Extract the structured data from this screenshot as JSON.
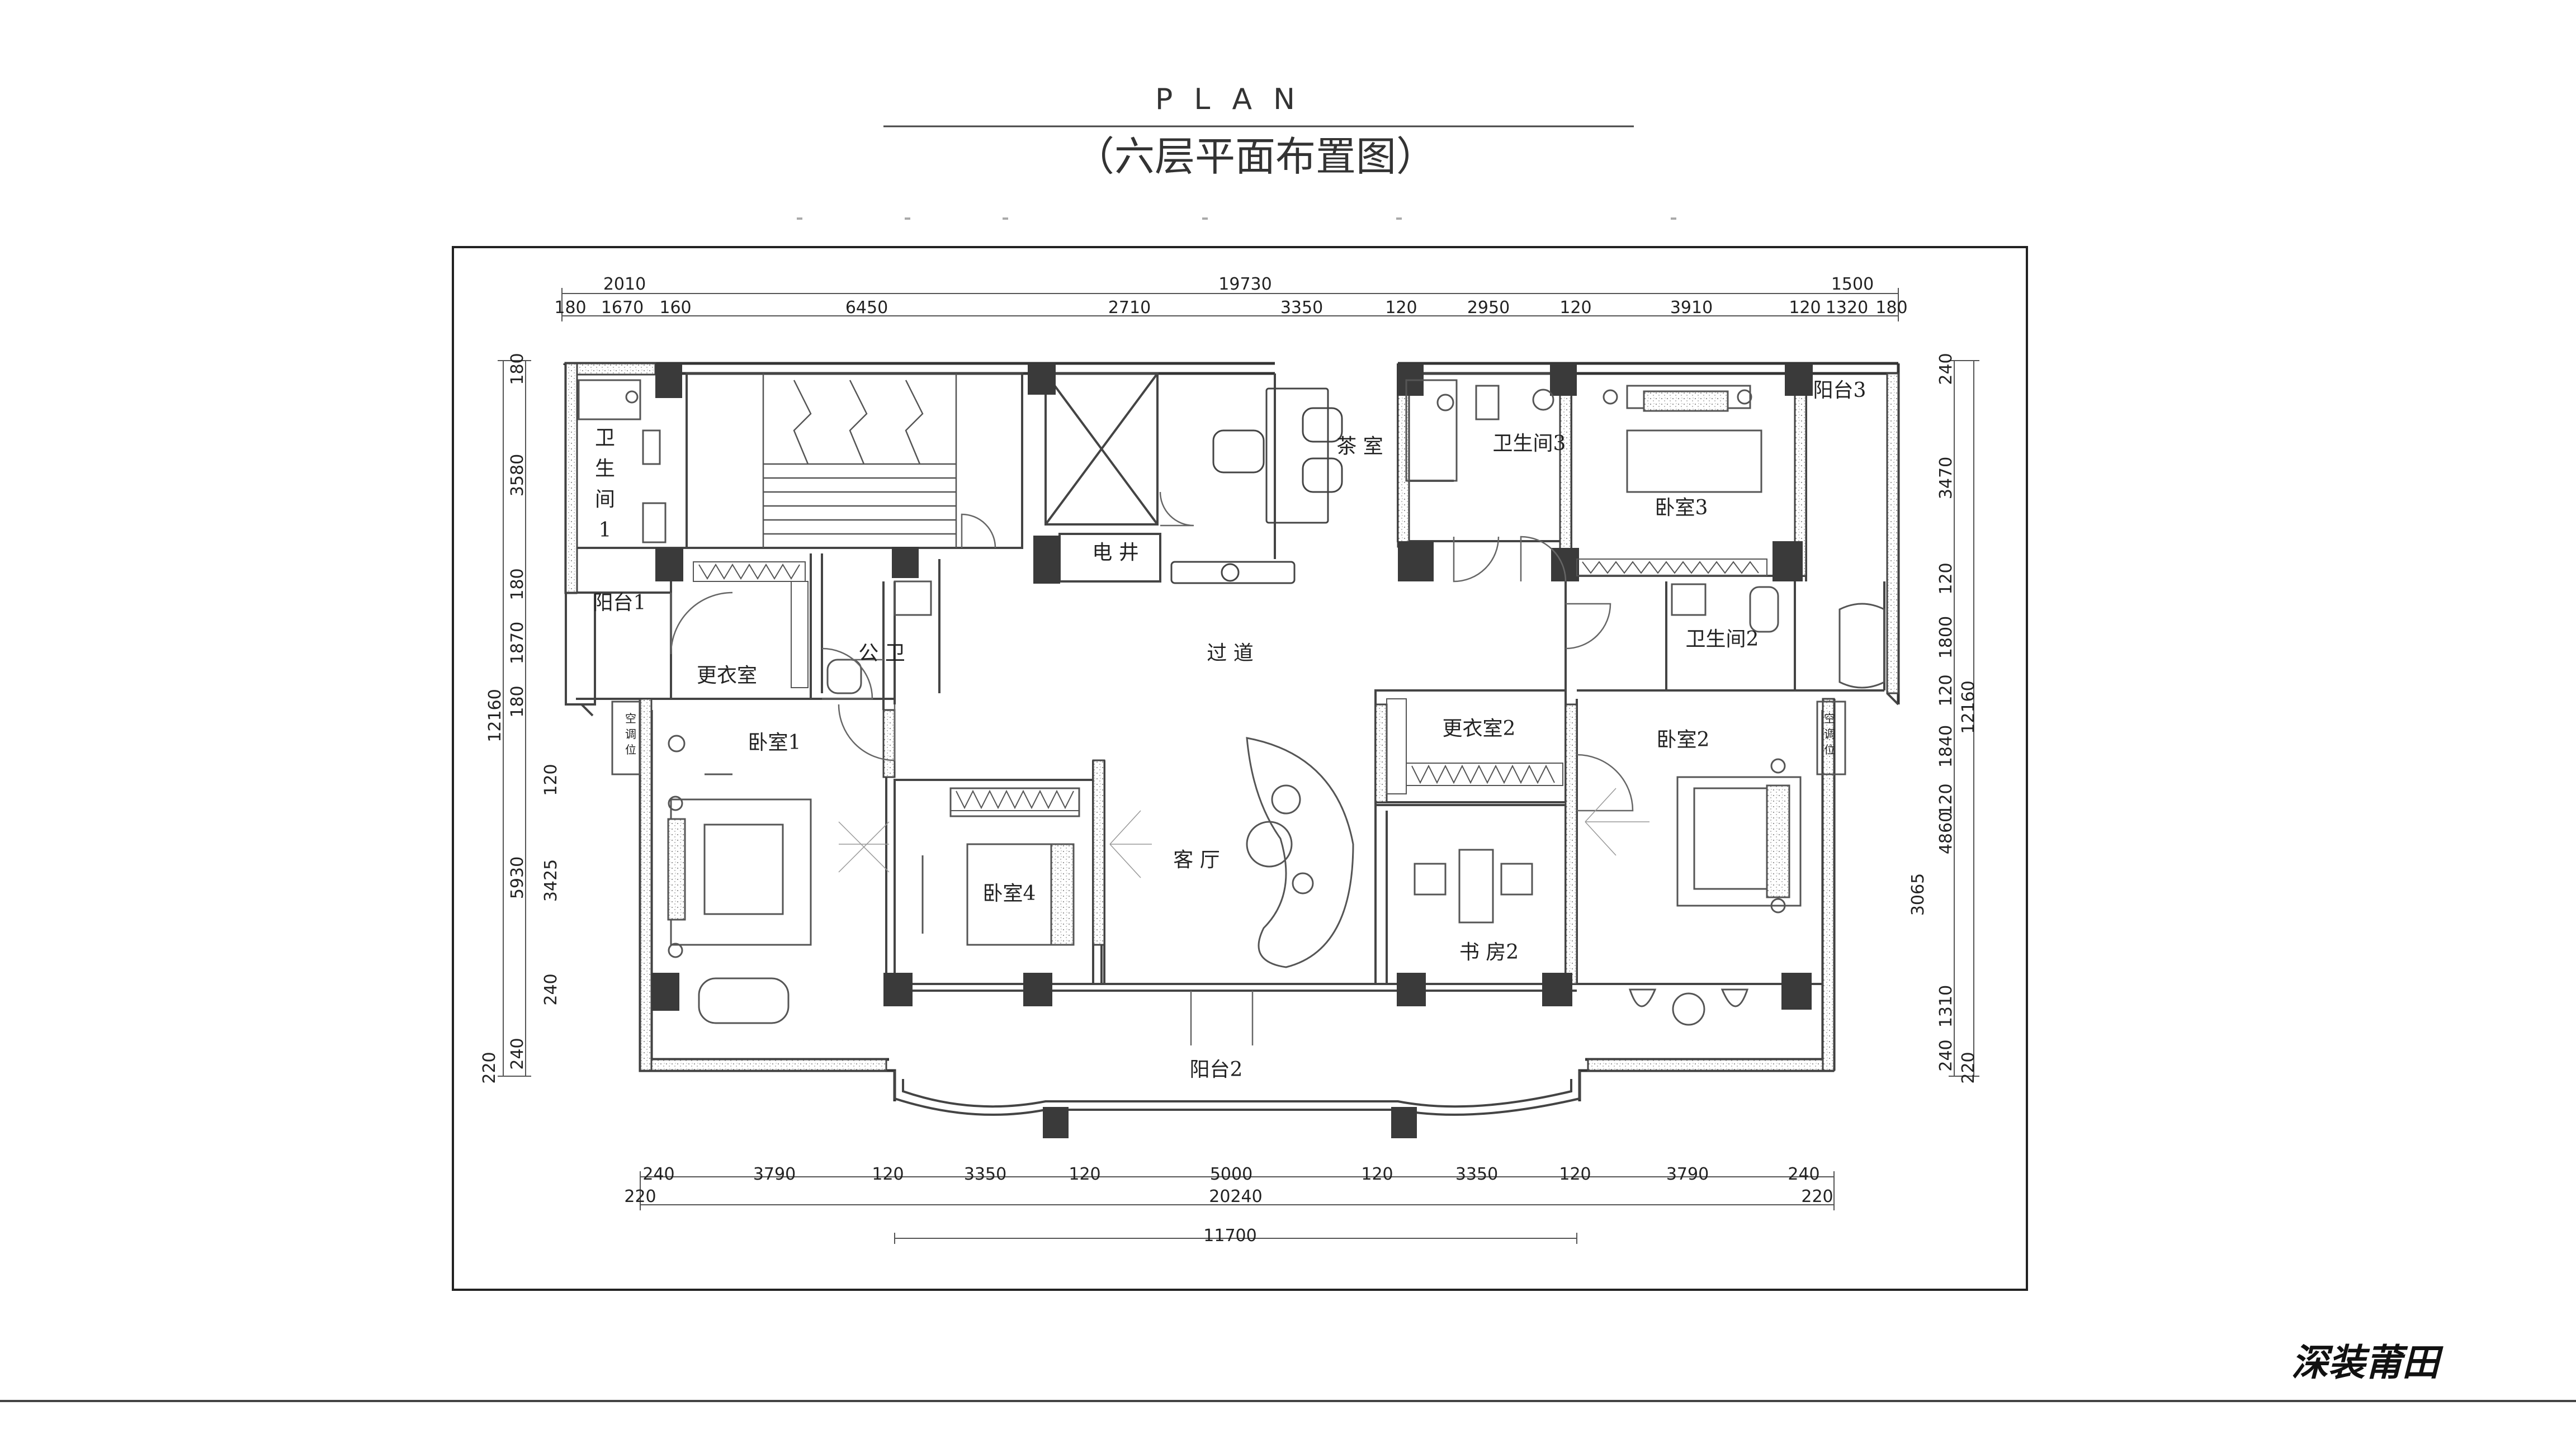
{
  "header": {
    "title": "PLAN",
    "subtitle": "（六层平面布置图）"
  },
  "brand": {
    "logo_text": "深装莆田"
  },
  "rooms": {
    "bath1_a": "卫",
    "bath1_b": "生",
    "bath1_c": "间",
    "bath1_d": "1",
    "balcony1": "阳台1",
    "dressing1": "更衣室",
    "public_bath": "公 卫",
    "bedroom1": "卧室1",
    "ac1_a": "空",
    "ac1_b": "调",
    "ac1_c": "位",
    "bedroom4": "卧室4",
    "elec_shaft": "电 井",
    "tea_room": "茶 室",
    "corridor": "过 道",
    "living": "客 厅",
    "balcony2": "阳台2",
    "bath3": "卫生间3",
    "bedroom3": "卧室3",
    "balcony3": "阳台3",
    "bath2": "卫生间2",
    "dressing2": "更衣室2",
    "study2": "书 房2",
    "bedroom2": "卧室2",
    "ac2_a": "空",
    "ac2_b": "调",
    "ac2_c": "位"
  },
  "dims_top": {
    "d2010": "2010",
    "d19730": "19730",
    "d1500": "1500",
    "d180a": "180",
    "d1670": "1670",
    "d160": "160",
    "d6450": "6450",
    "d2710": "2710",
    "d3350": "3350",
    "d120a": "120",
    "d2950": "2950",
    "d120b": "120",
    "d3910": "3910",
    "d120c": "120",
    "d1320": "1320",
    "d180b": "180"
  },
  "dims_bottom": {
    "d240a": "240",
    "d3790a": "3790",
    "d120a": "120",
    "d3350a": "3350",
    "d120b": "120",
    "d5000": "5000",
    "d120c": "120",
    "d3350b": "3350",
    "d120d": "120",
    "d3790b": "3790",
    "d240b": "240",
    "d220a": "220",
    "d20240": "20240",
    "d220b": "220",
    "d11700": "11700"
  },
  "dims_left": {
    "d180a": "180",
    "d3580": "3580",
    "d180b": "180",
    "d1870": "1870",
    "d180c": "180",
    "d12160": "12160",
    "d120": "120",
    "d5930": "5930",
    "d3425": "3425",
    "d240a": "240",
    "d220": "220",
    "d240b": "240"
  },
  "dims_right": {
    "d240a": "240",
    "d3470": "3470",
    "d120a": "120",
    "d1800": "1800",
    "d120b": "120",
    "d12160": "12160",
    "d1840": "1840",
    "d120c": "120",
    "d4860": "4860",
    "d3065": "3065",
    "d1310": "1310",
    "d240b": "240",
    "d220": "220"
  },
  "colors": {
    "wall": "#333333",
    "column": "#3a3a3a",
    "line": "#555555",
    "frame": "#222222",
    "text": "#222222"
  }
}
